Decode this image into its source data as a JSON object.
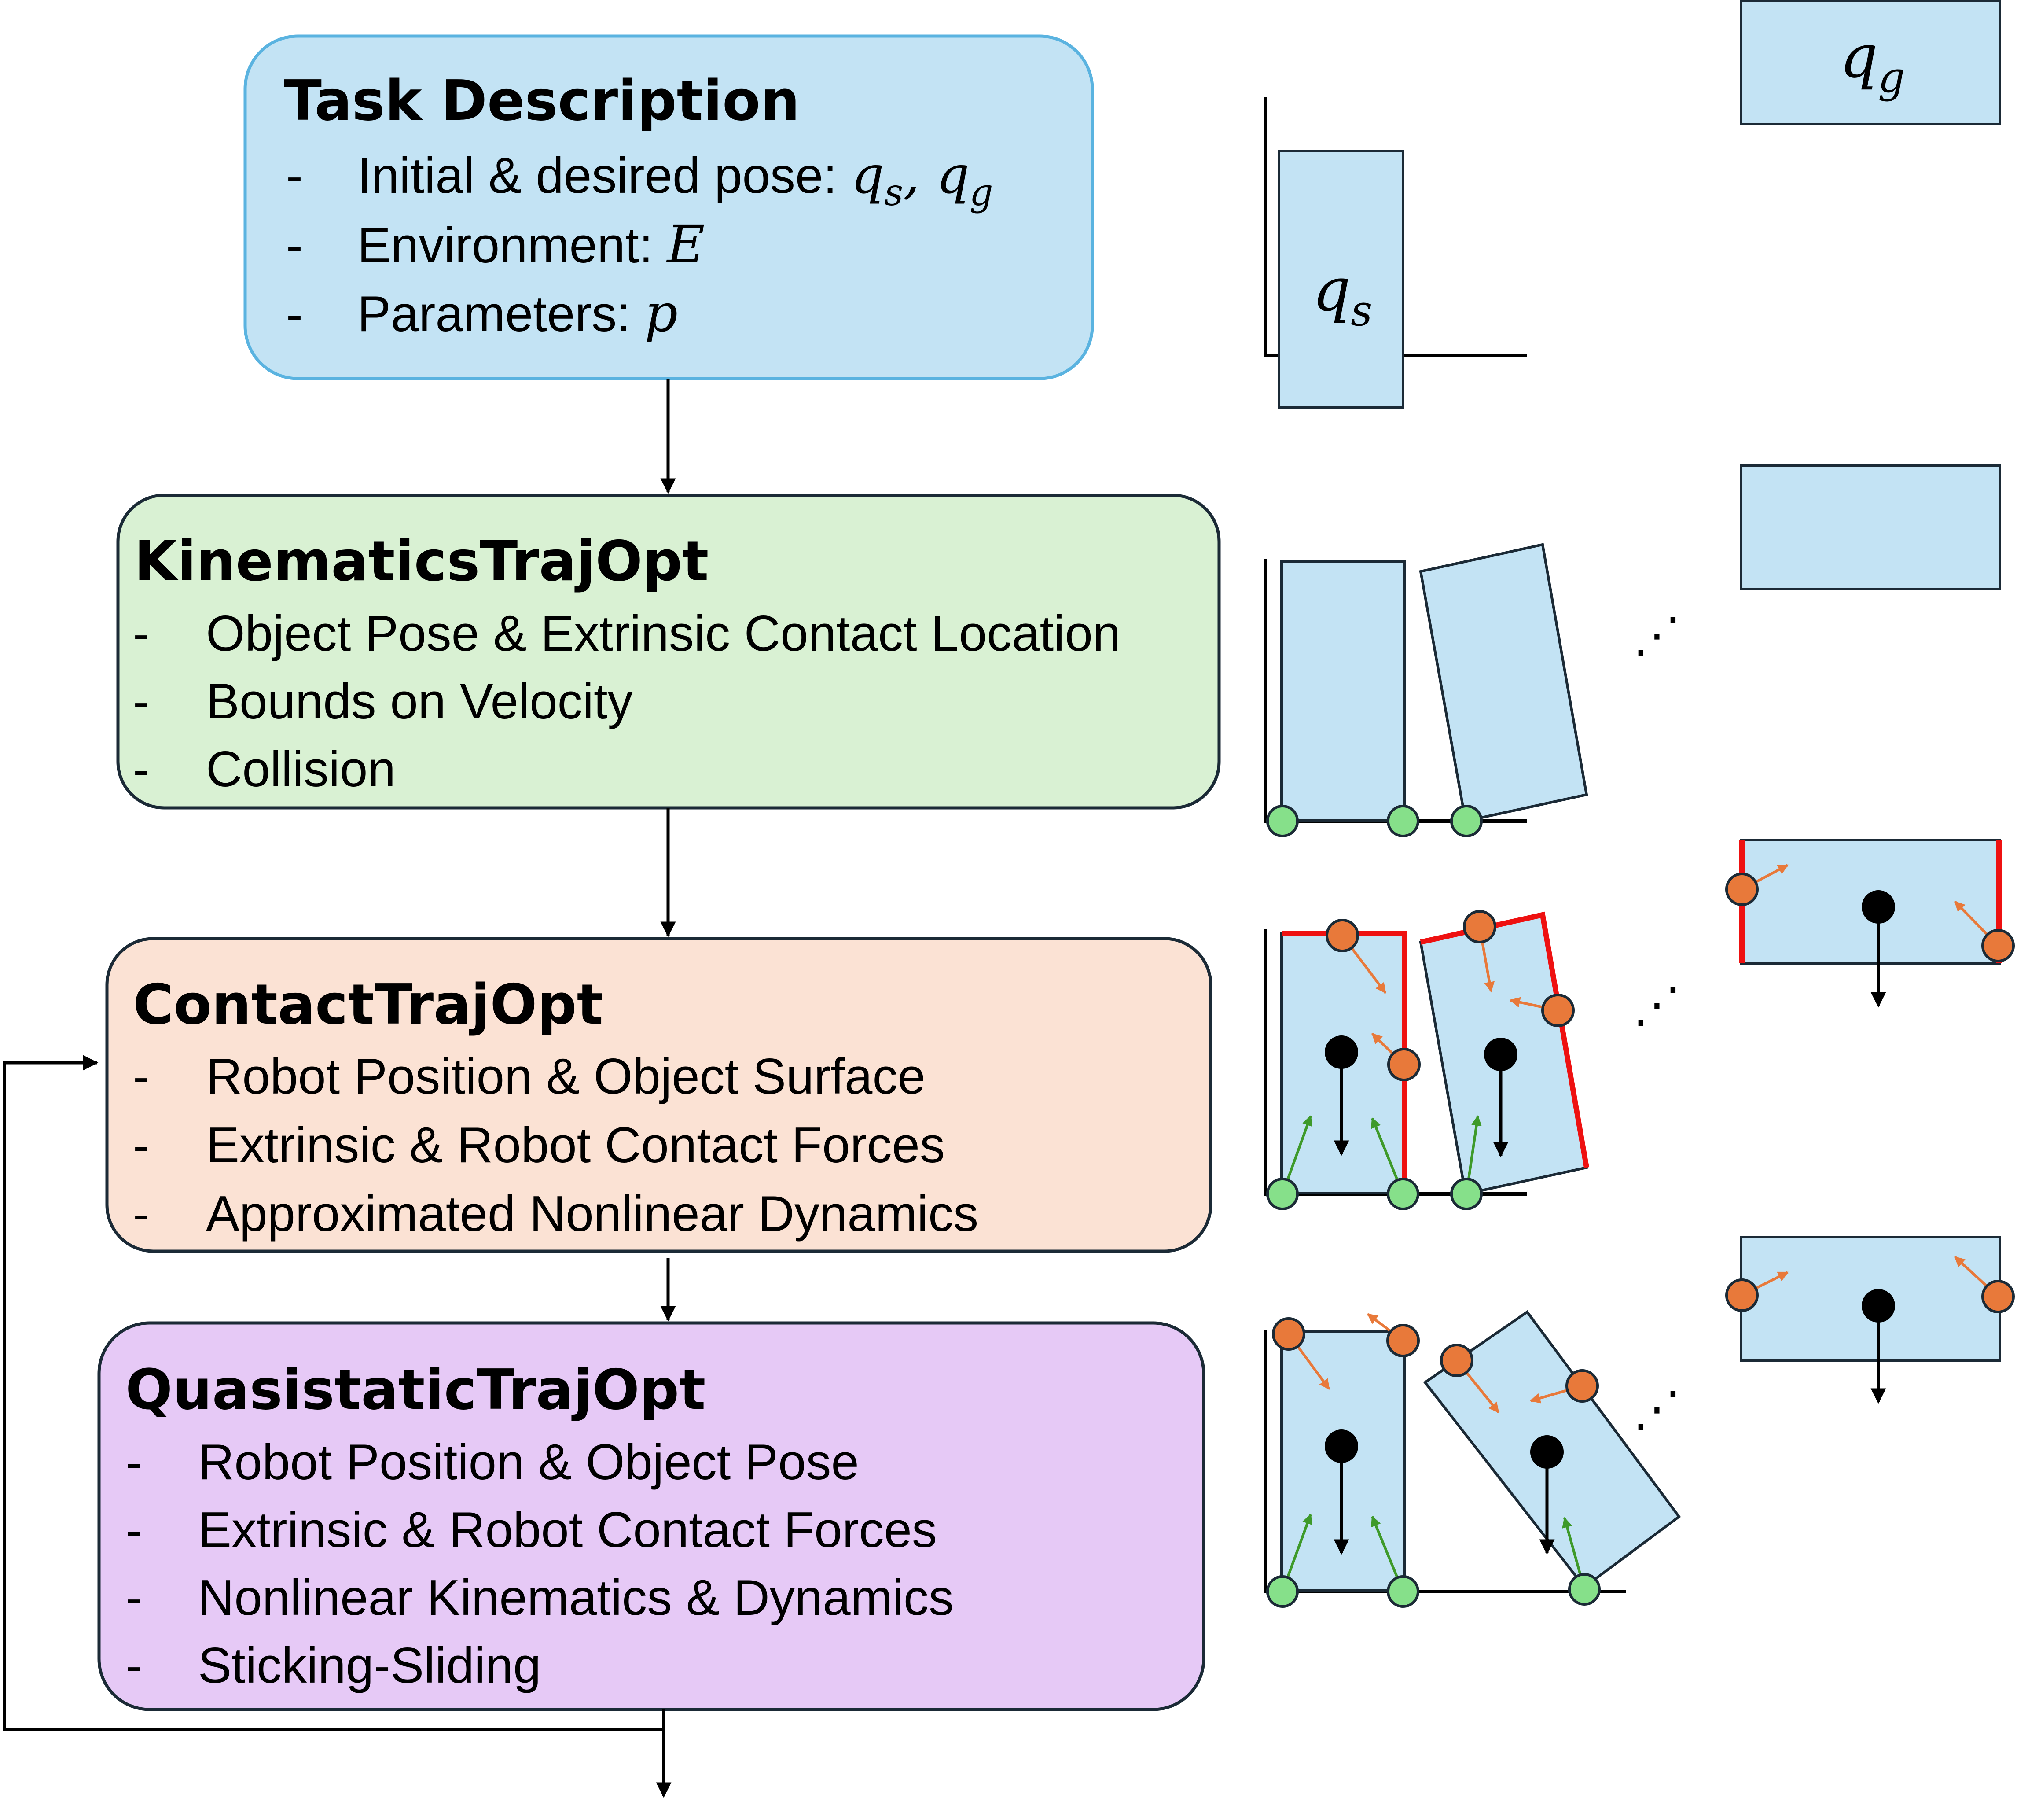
{
  "colors": {
    "task_fill": "#c3e3f4",
    "task_stroke": "#5ab3e0",
    "kin_fill": "#d9f1d3",
    "contact_fill": "#fbe2d4",
    "quasi_fill": "#e6c9f6",
    "object_fill": "#c3e3f4",
    "object_stroke": "#1b2a36",
    "contact_point_green": "#86e08a",
    "robot_contact_orange": "#e8793a",
    "force_arrow_green": "#3e9a2a",
    "force_arrow_orange": "#e8793a",
    "surface_red": "#ee1111",
    "gravity_arrow": "#000000"
  },
  "boxes": {
    "task": {
      "title": "Task Description",
      "items": [
        {
          "dash": "-",
          "text": "Initial & desired pose: ",
          "math": "q_s, q_g"
        },
        {
          "dash": "-",
          "text": "Environment: ",
          "math": "E"
        },
        {
          "dash": "-",
          "text": "Parameters: ",
          "math": "p"
        }
      ]
    },
    "kinematics": {
      "title": "KinematicsTrajOpt",
      "items": [
        {
          "dash": "-",
          "text": "Object Pose & Extrinsic Contact Location"
        },
        {
          "dash": "-",
          "text": "Bounds on Velocity"
        },
        {
          "dash": "-",
          "text": "Collision"
        }
      ]
    },
    "contact": {
      "title": "ContactTrajOpt",
      "items": [
        {
          "dash": "-",
          "text": "Robot Position & Object Surface"
        },
        {
          "dash": "-",
          "text": "Extrinsic & Robot Contact Forces"
        },
        {
          "dash": "-",
          "text": "Approximated Nonlinear Dynamics"
        }
      ]
    },
    "quasistatic": {
      "title": "QuasistaticTrajOpt",
      "items": [
        {
          "dash": "-",
          "text": "Robot Position & Object Pose"
        },
        {
          "dash": "-",
          "text": "Extrinsic & Robot Contact Forces"
        },
        {
          "dash": "-",
          "text": "Nonlinear Kinematics & Dynamics"
        },
        {
          "dash": "-",
          "text": "Sticking-Sliding"
        }
      ]
    }
  },
  "illustration": {
    "start_label_base": "q",
    "start_label_sub": "s",
    "goal_label_base": "q",
    "goal_label_sub": "g",
    "ellipsis": "⋰"
  }
}
